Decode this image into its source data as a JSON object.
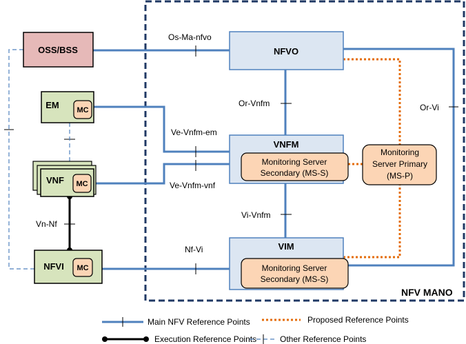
{
  "nodes": {
    "oss": "OSS/BSS",
    "em": "EM",
    "vnf": "VNF",
    "nfvi": "NFVI",
    "mc": "MC",
    "nfvo": "NFVO",
    "vnfm": "VNFM",
    "vim": "VIM",
    "ms_s_line1": "Monitoring Server",
    "ms_s_line2": "Secondary (MS-S)",
    "ms_p_line1": "Monitoring",
    "ms_p_line2": "Server Primary",
    "ms_p_line3": "(MS-P)",
    "mano": "NFV MANO"
  },
  "reference_points": {
    "os_ma_nfvo": "Os-Ma-nfvo",
    "or_vnfm": "Or-Vnfm",
    "or_vi": "Or-Vi",
    "ve_vnfm_em": "Ve-Vnfm-em",
    "ve_vnfm_vnf": "Ve-Vnfm-vnf",
    "vi_vnfm": "Vi-Vnfm",
    "nf_vi": "Nf-Vi",
    "vn_nf": "Vn-Nf"
  },
  "legend": {
    "main": "Main NFV Reference Points",
    "proposed": "Proposed Reference Points",
    "execution": "Execution Reference Points",
    "other": "Other Reference Points"
  },
  "colors": {
    "main_line": "#4f81bd",
    "proposed_line": "#e46c0a",
    "mano_border": "#1f3864",
    "oss_fill": "#e6b9b8",
    "vnf_fill": "#d7e4bd",
    "mano_box_fill": "#dce6f2",
    "ms_fill": "#fcd5b5"
  }
}
